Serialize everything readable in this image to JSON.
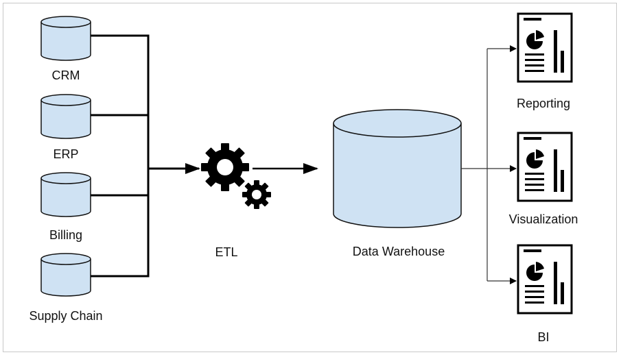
{
  "sources": [
    {
      "label": "CRM",
      "icon": "database-icon"
    },
    {
      "label": "ERP",
      "icon": "database-icon"
    },
    {
      "label": "Billing",
      "icon": "database-icon"
    },
    {
      "label": "Supply Chain",
      "icon": "database-icon"
    }
  ],
  "etl": {
    "label": "ETL",
    "icon": "gears-icon"
  },
  "warehouse": {
    "label": "Data Warehouse",
    "icon": "database-icon"
  },
  "outputs": [
    {
      "label": "Reporting",
      "icon": "report-document-icon"
    },
    {
      "label": "Visualization",
      "icon": "report-document-icon"
    },
    {
      "label": "BI",
      "icon": "report-document-icon"
    }
  ],
  "colors": {
    "cylinder_fill": "#cfe2f3",
    "stroke": "#000000",
    "frame": "#c8c8c8"
  }
}
